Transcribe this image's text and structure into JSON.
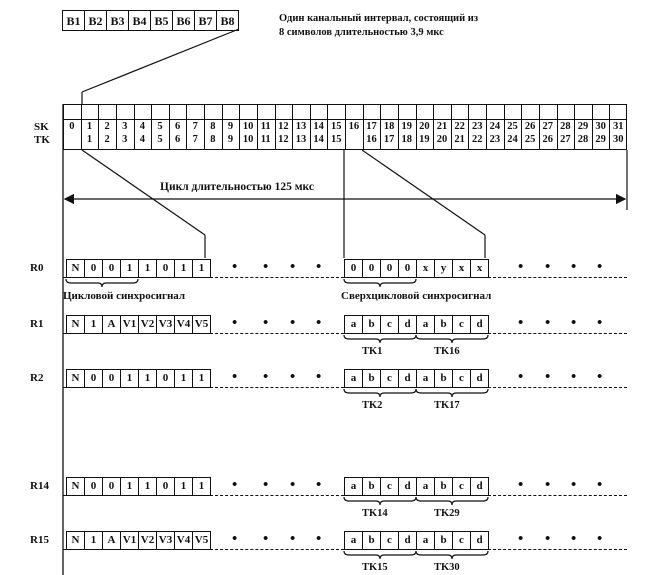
{
  "top_bits": [
    "B1",
    "B2",
    "B3",
    "B4",
    "B5",
    "B6",
    "B7",
    "B8"
  ],
  "note_line1": "Один канальный интервал, состоящий из",
  "note_line2": "8 символов длительностью 3,9 мкс",
  "row_sk_label": "SK",
  "row_tk_label": "TK",
  "sk_numbers": [
    "0",
    "1",
    "2",
    "3",
    "4",
    "5",
    "6",
    "7",
    "8",
    "9",
    "10",
    "11",
    "12",
    "13",
    "14",
    "15",
    "16",
    "17",
    "18",
    "19",
    "20",
    "21",
    "22",
    "23",
    "24",
    "25",
    "26",
    "27",
    "28",
    "29",
    "30",
    "31"
  ],
  "tk_numbers": [
    "",
    "1",
    "2",
    "3",
    "4",
    "5",
    "6",
    "7",
    "8",
    "9",
    "10",
    "11",
    "12",
    "13",
    "14",
    "15",
    "",
    "16",
    "17",
    "18",
    "19",
    "20",
    "21",
    "22",
    "23",
    "24",
    "25",
    "26",
    "27",
    "28",
    "29",
    "30"
  ],
  "cycle_label": "Цикл длительностью 125 мкс",
  "rows": [
    {
      "label": "R0",
      "left": [
        "N",
        "0",
        "0",
        "1",
        "1",
        "0",
        "1",
        "1"
      ],
      "right": [
        "0",
        "0",
        "0",
        "0",
        "x",
        "y",
        "x",
        "x"
      ],
      "left_caption": "Цикловой синхросигнал",
      "right_caption": "Сверхцикловой синхросигнал",
      "tk_a": "",
      "tk_b": ""
    },
    {
      "label": "R1",
      "left": [
        "N",
        "1",
        "A",
        "V1",
        "V2",
        "V3",
        "V4",
        "V5"
      ],
      "right": [
        "a",
        "b",
        "c",
        "d",
        "a",
        "b",
        "c",
        "d"
      ],
      "left_caption": "",
      "right_caption": "",
      "tk_a": "TK1",
      "tk_b": "TK16"
    },
    {
      "label": "R2",
      "left": [
        "N",
        "0",
        "0",
        "1",
        "1",
        "0",
        "1",
        "1"
      ],
      "right": [
        "a",
        "b",
        "c",
        "d",
        "a",
        "b",
        "c",
        "d"
      ],
      "left_caption": "",
      "right_caption": "",
      "tk_a": "TK2",
      "tk_b": "TK17"
    },
    {
      "label": "R14",
      "left": [
        "N",
        "0",
        "0",
        "1",
        "1",
        "0",
        "1",
        "1"
      ],
      "right": [
        "a",
        "b",
        "c",
        "d",
        "a",
        "b",
        "c",
        "d"
      ],
      "left_caption": "",
      "right_caption": "",
      "tk_a": "TK14",
      "tk_b": "TK29"
    },
    {
      "label": "R15",
      "left": [
        "N",
        "1",
        "A",
        "V1",
        "V2",
        "V3",
        "V4",
        "V5"
      ],
      "right": [
        "a",
        "b",
        "c",
        "d",
        "a",
        "b",
        "c",
        "d"
      ],
      "left_caption": "",
      "right_caption": "",
      "tk_a": "TK15",
      "tk_b": "TK30"
    }
  ]
}
